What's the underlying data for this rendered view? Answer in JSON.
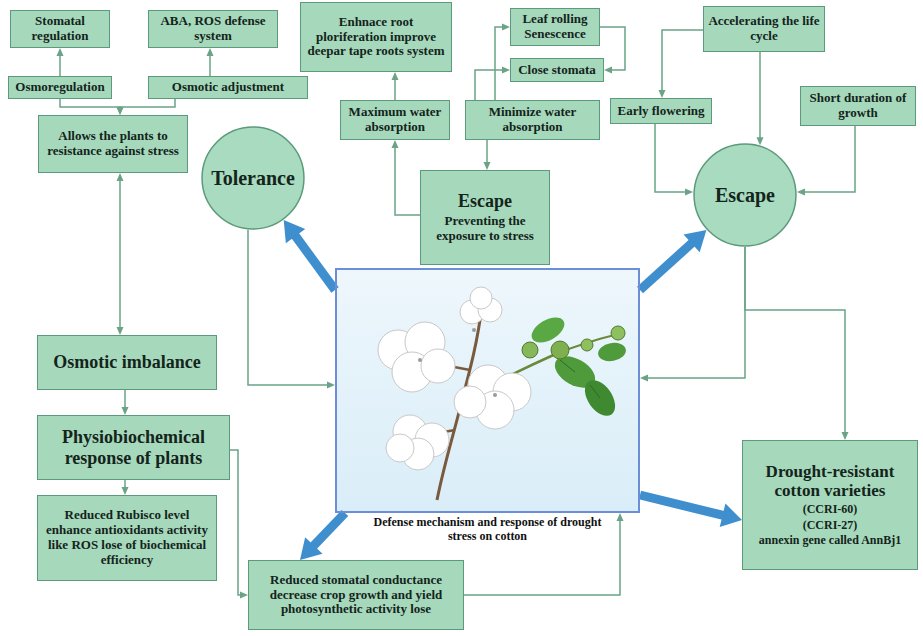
{
  "diagram": {
    "nodes": [
      {
        "text": [
          "Stomatal regulation"
        ]
      },
      {
        "text": [
          "ABA, ROS defense system"
        ]
      },
      {
        "text": [
          "Enhnace root ploriferation improve deepar tape roots system"
        ]
      },
      {
        "text": [
          "Leaf rolling Senescence"
        ]
      },
      {
        "text": [
          "Accelerating the life cycle"
        ]
      },
      {
        "text": [
          "Osmoregulation"
        ]
      },
      {
        "text": [
          "Osmotic adjustment"
        ]
      },
      {
        "text": [
          "Close stomata"
        ]
      },
      {
        "text": [
          "Maximum water absorption"
        ]
      },
      {
        "text": [
          "Minimize water absorption"
        ]
      },
      {
        "text": [
          "Early flowering"
        ]
      },
      {
        "text": [
          "Short duration of growth"
        ]
      },
      {
        "text": [
          "Allows the plants to resistance against stress"
        ]
      },
      {
        "text": [
          "Tolerance"
        ]
      },
      {
        "text": [
          "Escape",
          "Preventing the exposure to stress"
        ]
      },
      {
        "text": [
          "Escape"
        ]
      },
      {
        "text": [
          "Defense mechanism and response of drought stress on cotton"
        ]
      },
      {
        "text": [
          "Osmotic imbalance"
        ]
      },
      {
        "text": [
          "Physiobiochemical response of plants"
        ]
      },
      {
        "text": [
          "Reduced Rubisco level enhance antioxidants activity like ROS lose of biochemical efficiency"
        ]
      },
      {
        "text": [
          "Reduced stomatal conductance decrease crop growth and yield photosynthetic activity lose"
        ]
      },
      {
        "text": [
          "Drought-resistant cotton varieties",
          "(CCRI-60)",
          "(CCRI-27)",
          "annexin gene called AnnBj1"
        ]
      }
    ],
    "edges": [
      {
        "from": 5,
        "to": 0,
        "arrow": "to"
      },
      {
        "from": 6,
        "to": 1,
        "arrow": "to"
      },
      {
        "from": 5,
        "to": 12,
        "arrow": "to"
      },
      {
        "from": 6,
        "to": 12,
        "arrow": "to"
      },
      {
        "from": 12,
        "to": 17,
        "arrow": "both"
      },
      {
        "from": 17,
        "to": 18,
        "arrow": "to"
      },
      {
        "from": 18,
        "to": 19,
        "arrow": "to"
      },
      {
        "from": 18,
        "to": 20,
        "arrow": "to"
      },
      {
        "from": 20,
        "to": 16,
        "arrow": "to"
      },
      {
        "from": 13,
        "to": 16,
        "arrow": "to"
      },
      {
        "from": 16,
        "to": 13,
        "arrow": "to"
      },
      {
        "from": 16,
        "to": 15,
        "arrow": "to"
      },
      {
        "from": 16,
        "to": 20,
        "arrow": "to"
      },
      {
        "from": 16,
        "to": 21,
        "arrow": "to"
      },
      {
        "from": 14,
        "to": 8,
        "arrow": "to"
      },
      {
        "from": 8,
        "to": 2,
        "arrow": "to"
      },
      {
        "from": 9,
        "to": 14,
        "arrow": "to"
      },
      {
        "from": 9,
        "to": 7,
        "arrow": "to"
      },
      {
        "from": 9,
        "to": 3,
        "arrow": "to"
      },
      {
        "from": 3,
        "to": 7,
        "arrow": "to"
      },
      {
        "from": 4,
        "to": 10,
        "arrow": "to"
      },
      {
        "from": 4,
        "to": 15,
        "arrow": "to"
      },
      {
        "from": 10,
        "to": 15,
        "arrow": "to"
      },
      {
        "from": 11,
        "to": 15,
        "arrow": "to"
      },
      {
        "from": 15,
        "to": 16,
        "arrow": "to"
      },
      {
        "from": 15,
        "to": 21,
        "arrow": "to"
      }
    ]
  }
}
